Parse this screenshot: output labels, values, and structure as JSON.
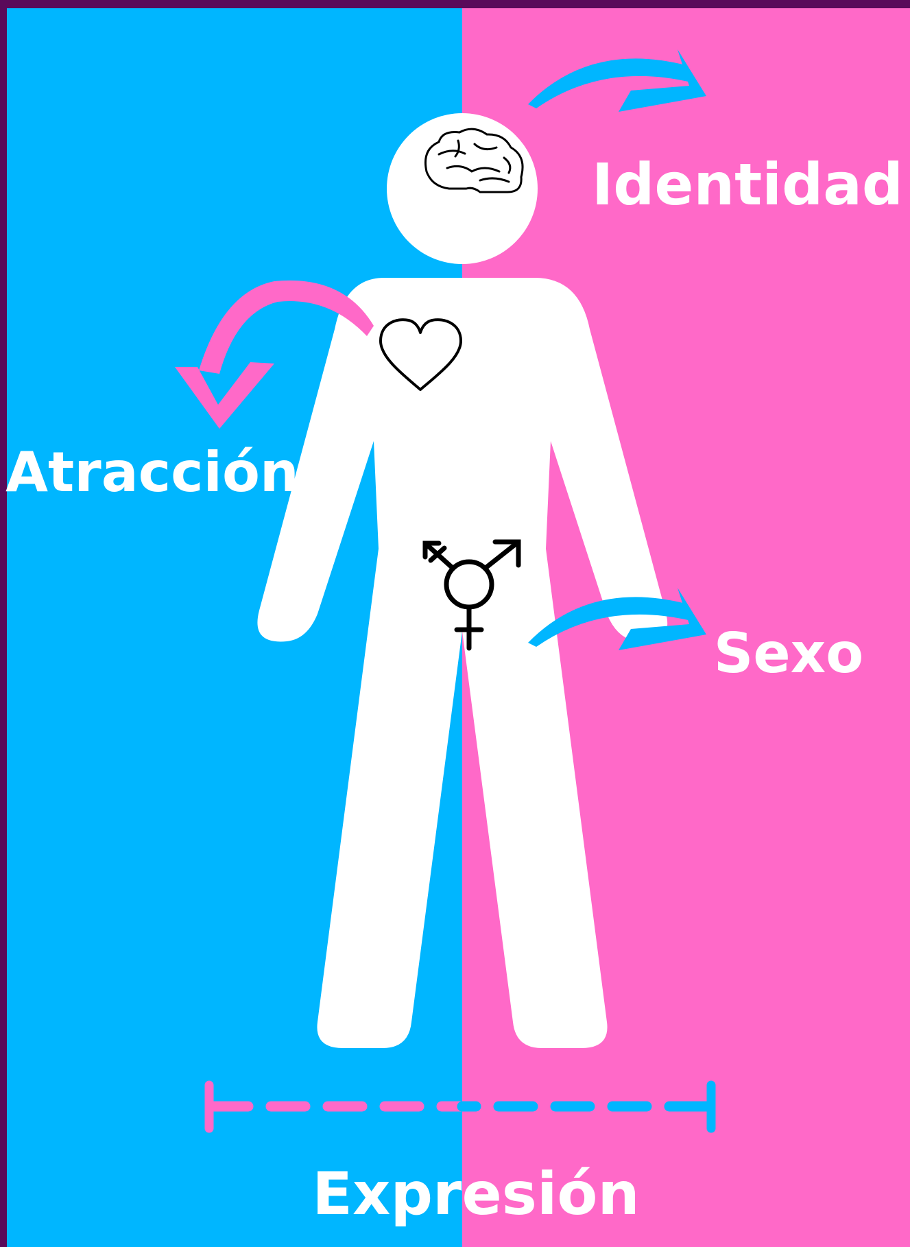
{
  "labels": {
    "identity": "Identidad",
    "attraction": "Atracción",
    "sex": "Sexo",
    "expression": "Expresión"
  },
  "icons": {
    "mind": "brain-icon",
    "attraction": "heart-icon",
    "sex": "transgender-symbol-icon"
  },
  "colors": {
    "blue": "#00b6ff",
    "pink": "#ff69c8",
    "frame": "#5a0a5a",
    "figure": "#ffffff",
    "ink": "#000000"
  }
}
